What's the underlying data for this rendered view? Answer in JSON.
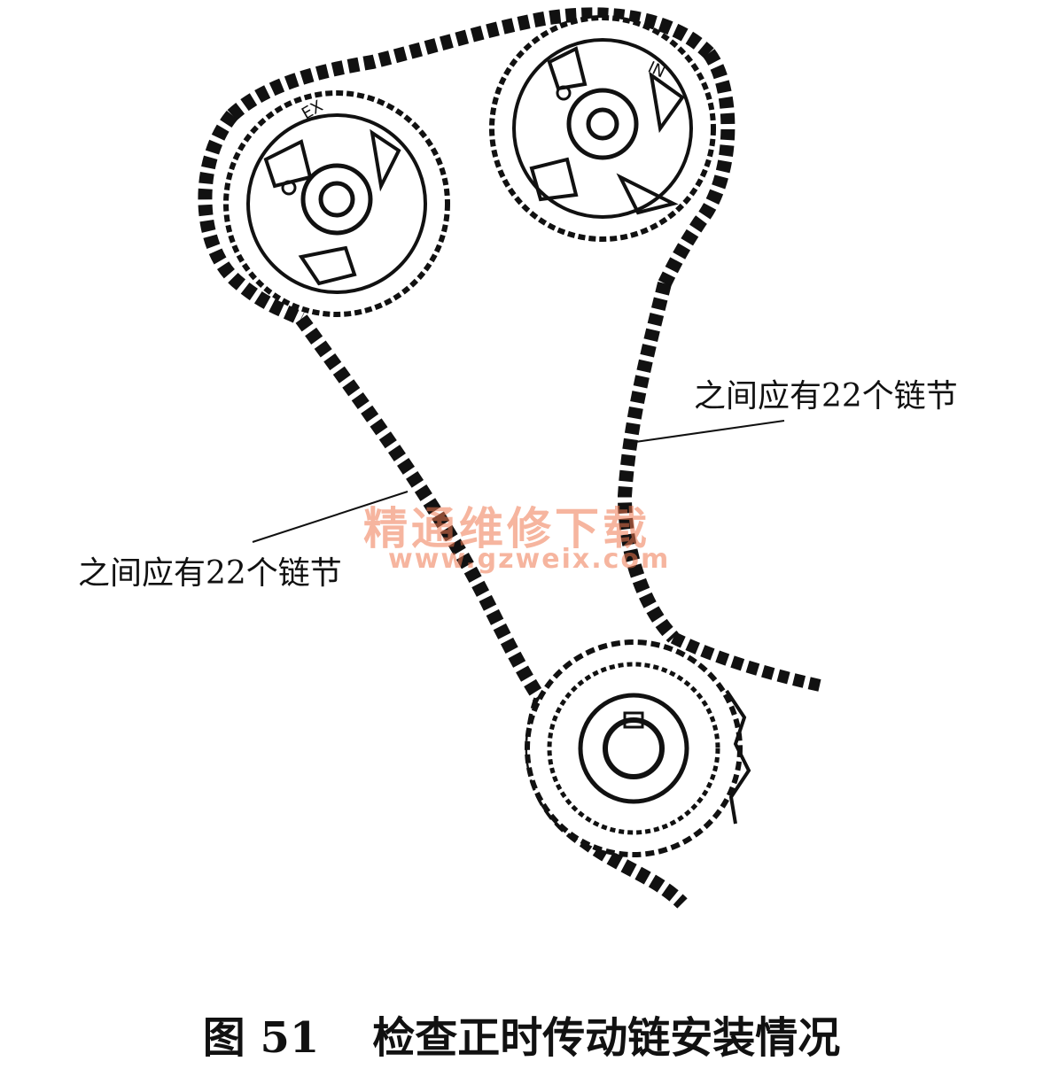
{
  "labels": {
    "right_note": "之间应有22个链节",
    "left_note": "之间应有22个链节"
  },
  "watermark": {
    "text_cn": "精通维修下载",
    "url": "www.gzweix.com",
    "color": "#ee7850"
  },
  "caption": {
    "figure_number": "图 51",
    "title": "检查正时传动链安装情况"
  },
  "icons": [
    "sprocket-left",
    "sprocket-right",
    "sprocket-crank",
    "timing-chain"
  ]
}
